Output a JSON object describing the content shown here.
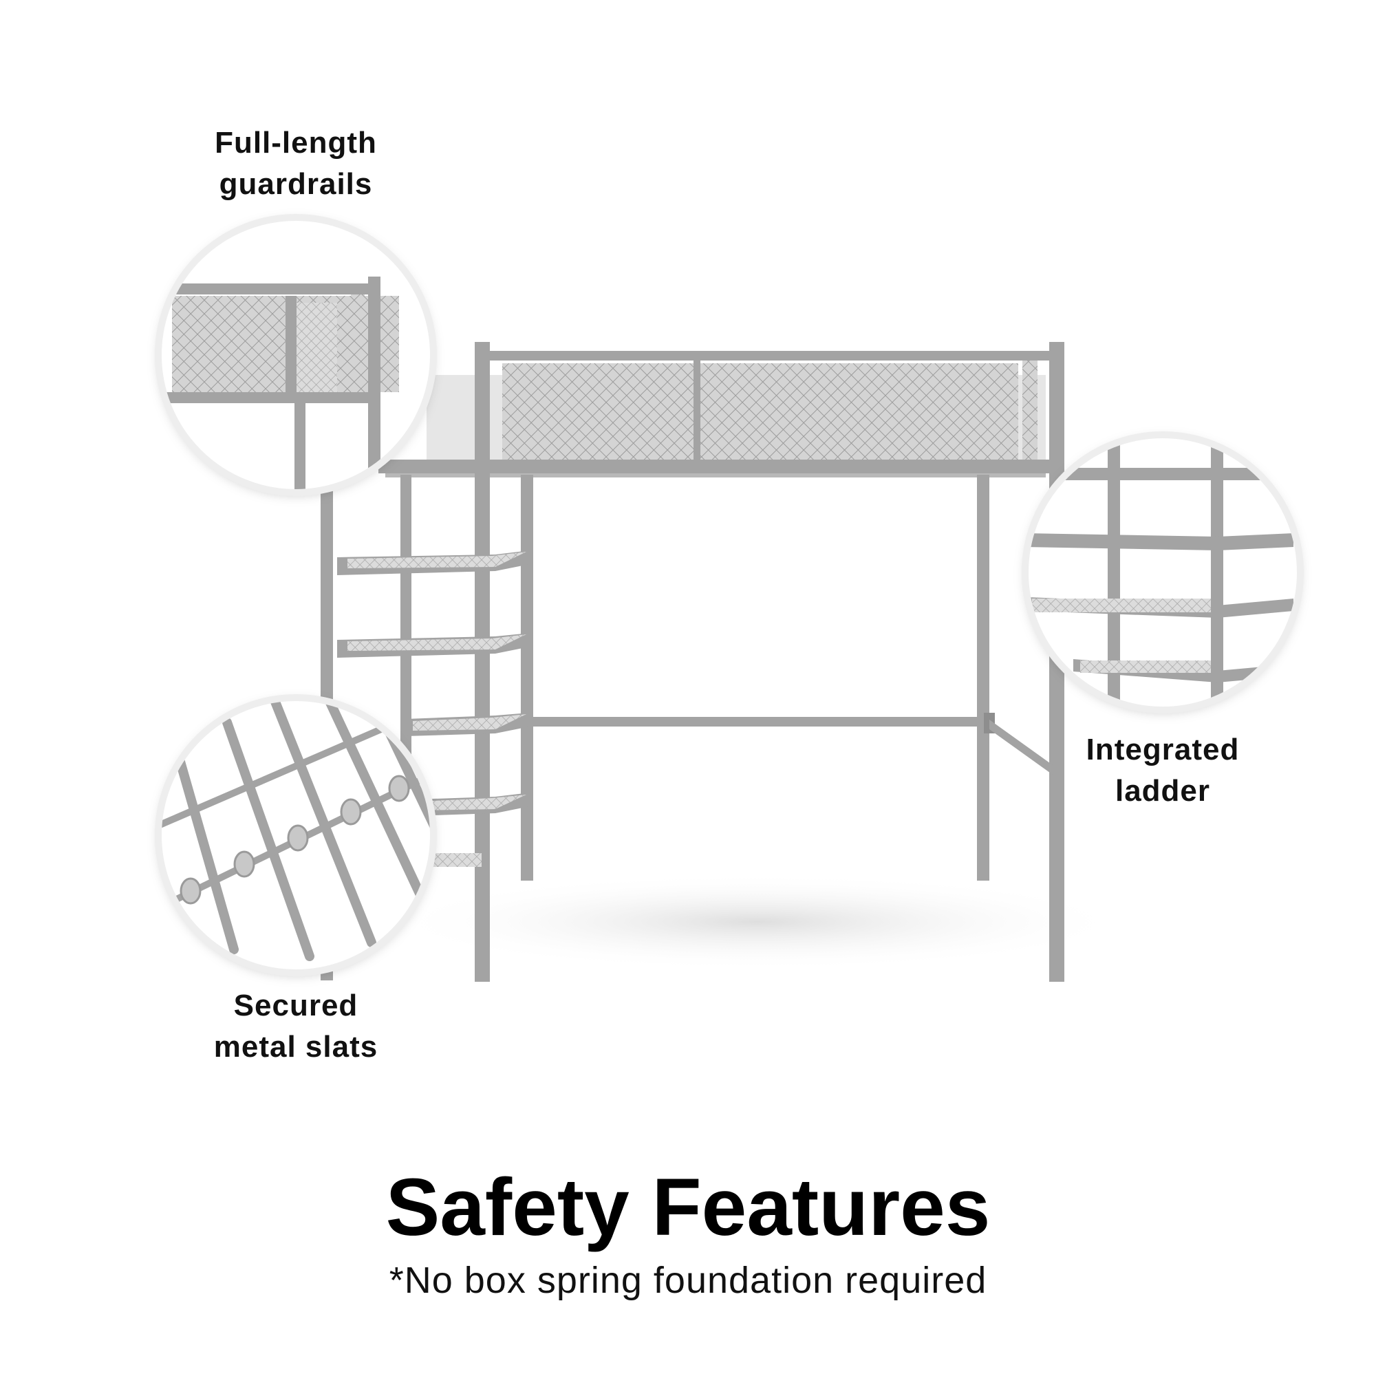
{
  "callouts": {
    "guardrails": {
      "line1": "Full-length",
      "line2": "guardrails"
    },
    "slats": {
      "line1": "Secured",
      "line2": "metal slats"
    },
    "ladder": {
      "line1": "Integrated",
      "line2": "ladder"
    }
  },
  "title": "Safety Features",
  "subtitle": "*No box spring foundation required",
  "colors": {
    "frame": "#a3a3a3",
    "frame_dark": "#8e8e8e",
    "mesh": "#c9c9c9",
    "mattress": "#e6e6e6",
    "shadow": "#e9e9e9"
  }
}
